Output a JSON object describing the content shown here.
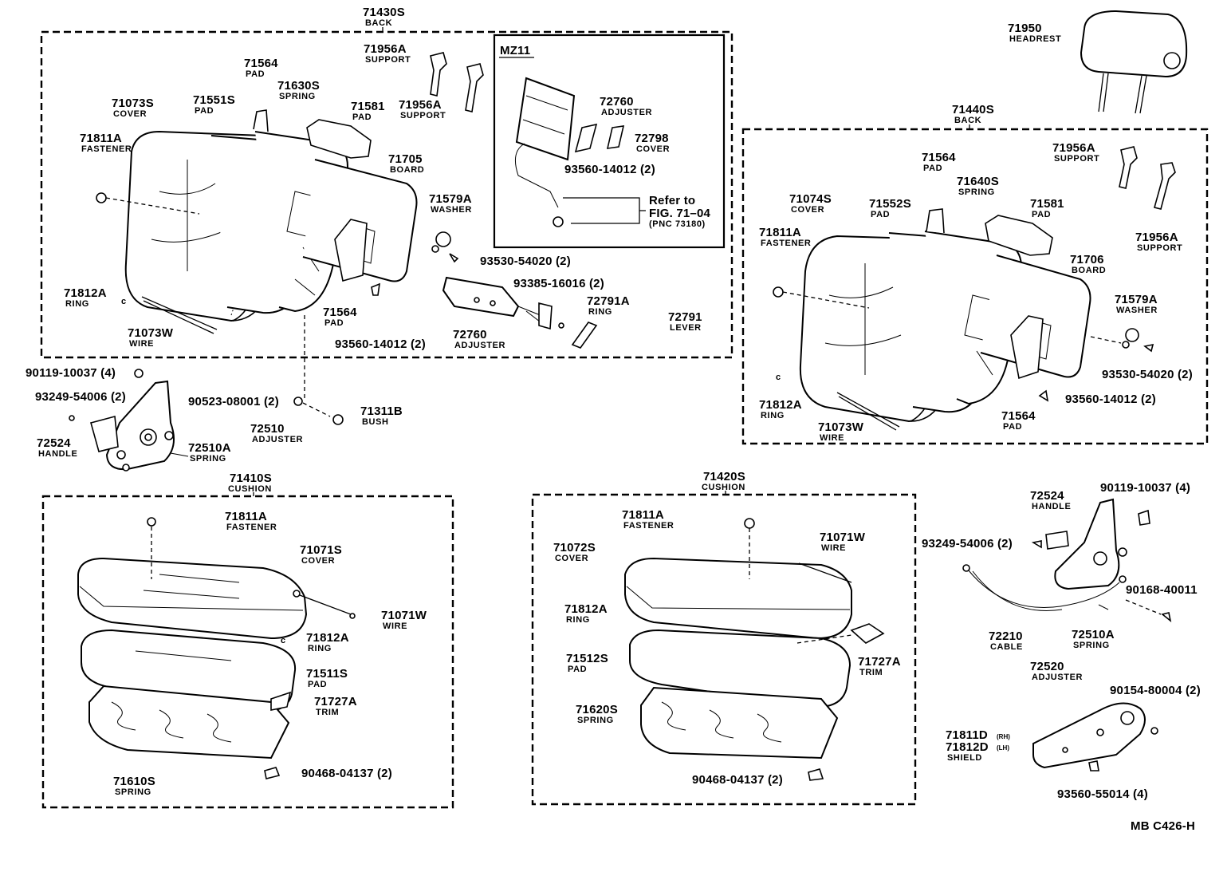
{
  "diagram": {
    "ref_code": "MB C426-H",
    "assemblies": {
      "back_left": {
        "number": "71430S",
        "name": "BACK"
      },
      "back_right": {
        "number": "71440S",
        "name": "BACK"
      },
      "cushion_left": {
        "number": "71410S",
        "name": "CUSHION"
      },
      "cushion_right": {
        "number": "71420S",
        "name": "CUSHION"
      }
    },
    "inset": {
      "title": "MZ11",
      "refer_line1": "Refer to",
      "refer_line2": "FIG. 71–04",
      "refer_line3": "(PNC 73180)"
    },
    "labels": [
      {
        "id": "l_71956A_1",
        "number": "71956A",
        "name": "SUPPORT"
      },
      {
        "id": "l_71956A_2",
        "number": "71956A",
        "name": "SUPPORT"
      },
      {
        "id": "l_71564_1",
        "number": "71564",
        "name": "PAD"
      },
      {
        "id": "l_71630S",
        "number": "71630S",
        "name": "SPRING"
      },
      {
        "id": "l_71073S",
        "number": "71073S",
        "name": "COVER"
      },
      {
        "id": "l_71551S",
        "number": "71551S",
        "name": "PAD"
      },
      {
        "id": "l_71581_1",
        "number": "71581",
        "name": "PAD"
      },
      {
        "id": "l_71811A_1",
        "number": "71811A",
        "name": "FASTENER"
      },
      {
        "id": "l_71705",
        "number": "71705",
        "name": "BOARD"
      },
      {
        "id": "l_71579A_1",
        "number": "71579A",
        "name": "WASHER"
      },
      {
        "id": "l_93530_1",
        "number": "93530-54020 (2)",
        "name": ""
      },
      {
        "id": "l_72760_1",
        "number": "72760",
        "name": "ADJUSTER"
      },
      {
        "id": "l_72798",
        "number": "72798",
        "name": "COVER"
      },
      {
        "id": "l_93560_inset",
        "number": "93560-14012 (2)",
        "name": ""
      },
      {
        "id": "l_93385",
        "number": "93385-16016 (2)",
        "name": ""
      },
      {
        "id": "l_72791A",
        "number": "72791A",
        "name": "RING"
      },
      {
        "id": "l_72791",
        "number": "72791",
        "name": "LEVER"
      },
      {
        "id": "l_72760_2",
        "number": "72760",
        "name": "ADJUSTER"
      },
      {
        "id": "l_71812A_1",
        "number": "71812A",
        "name": "RING"
      },
      {
        "id": "l_71073W_1",
        "number": "71073W",
        "name": "WIRE"
      },
      {
        "id": "l_71564_2",
        "number": "71564",
        "name": "PAD"
      },
      {
        "id": "l_93560_1",
        "number": "93560-14012 (2)",
        "name": ""
      },
      {
        "id": "l_90119_1",
        "number": "90119-10037 (4)",
        "name": ""
      },
      {
        "id": "l_93249_1",
        "number": "93249-54006 (2)",
        "name": ""
      },
      {
        "id": "l_90523",
        "number": "90523-08001 (2)",
        "name": ""
      },
      {
        "id": "l_71311B",
        "number": "71311B",
        "name": "BUSH"
      },
      {
        "id": "l_72510",
        "number": "72510",
        "name": "ADJUSTER"
      },
      {
        "id": "l_72524_1",
        "number": "72524",
        "name": "HANDLE"
      },
      {
        "id": "l_72510A_1",
        "number": "72510A",
        "name": "SPRING"
      },
      {
        "id": "l_71950",
        "number": "71950",
        "name": "HEADREST"
      },
      {
        "id": "l_71564_3",
        "number": "71564",
        "name": "PAD"
      },
      {
        "id": "l_71956A_3",
        "number": "71956A",
        "name": "SUPPORT"
      },
      {
        "id": "l_71074S",
        "number": "71074S",
        "name": "COVER"
      },
      {
        "id": "l_71552S",
        "number": "71552S",
        "name": "PAD"
      },
      {
        "id": "l_71640S",
        "number": "71640S",
        "name": "SPRING"
      },
      {
        "id": "l_71581_2",
        "number": "71581",
        "name": "PAD"
      },
      {
        "id": "l_71811A_2",
        "number": "71811A",
        "name": "FASTENER"
      },
      {
        "id": "l_71956A_4",
        "number": "71956A",
        "name": "SUPPORT"
      },
      {
        "id": "l_71706",
        "number": "71706",
        "name": "BOARD"
      },
      {
        "id": "l_71579A_2",
        "number": "71579A",
        "name": "WASHER"
      },
      {
        "id": "l_93530_2",
        "number": "93530-54020 (2)",
        "name": ""
      },
      {
        "id": "l_93560_2",
        "number": "93560-14012 (2)",
        "name": ""
      },
      {
        "id": "l_71812A_2",
        "number": "71812A",
        "name": "RING"
      },
      {
        "id": "l_71073W_2",
        "number": "71073W",
        "name": "WIRE"
      },
      {
        "id": "l_71564_4",
        "number": "71564",
        "name": "PAD"
      },
      {
        "id": "l_71811A_3",
        "number": "71811A",
        "name": "FASTENER"
      },
      {
        "id": "l_71071S",
        "number": "71071S",
        "name": "COVER"
      },
      {
        "id": "l_71071W_1",
        "number": "71071W",
        "name": "WIRE"
      },
      {
        "id": "l_71812A_3",
        "number": "71812A",
        "name": "RING"
      },
      {
        "id": "l_71511S",
        "number": "71511S",
        "name": "PAD"
      },
      {
        "id": "l_71727A_1",
        "number": "71727A",
        "name": "TRIM"
      },
      {
        "id": "l_71610S",
        "number": "71610S",
        "name": "SPRING"
      },
      {
        "id": "l_90468_1",
        "number": "90468-04137 (2)",
        "name": ""
      },
      {
        "id": "l_71811A_4",
        "number": "71811A",
        "name": "FASTENER"
      },
      {
        "id": "l_71072S",
        "number": "71072S",
        "name": "COVER"
      },
      {
        "id": "l_71071W_2",
        "number": "71071W",
        "name": "WIRE"
      },
      {
        "id": "l_71812A_4",
        "number": "71812A",
        "name": "RING"
      },
      {
        "id": "l_71512S",
        "number": "71512S",
        "name": "PAD"
      },
      {
        "id": "l_71727A_2",
        "number": "71727A",
        "name": "TRIM"
      },
      {
        "id": "l_71620S",
        "number": "71620S",
        "name": "SPRING"
      },
      {
        "id": "l_90468_2",
        "number": "90468-04137 (2)",
        "name": ""
      },
      {
        "id": "l_72524_2",
        "number": "72524",
        "name": "HANDLE"
      },
      {
        "id": "l_90119_2",
        "number": "90119-10037 (4)",
        "name": ""
      },
      {
        "id": "l_93249_2",
        "number": "93249-54006 (2)",
        "name": ""
      },
      {
        "id": "l_90168",
        "number": "90168-40011",
        "name": ""
      },
      {
        "id": "l_72210",
        "number": "72210",
        "name": "CABLE"
      },
      {
        "id": "l_72510A_2",
        "number": "72510A",
        "name": "SPRING"
      },
      {
        "id": "l_72520",
        "number": "72520",
        "name": "ADJUSTER"
      },
      {
        "id": "l_90154",
        "number": "90154-80004 (2)",
        "name": ""
      },
      {
        "id": "l_71811D",
        "number": "71811D",
        "name": ""
      },
      {
        "id": "l_71812D",
        "number": "71812D",
        "name": "SHIELD"
      },
      {
        "id": "l_93560_55014",
        "number": "93560-55014 (4)",
        "name": ""
      }
    ],
    "side_marks": {
      "rh": "(RH)",
      "lh": "(LH)"
    }
  }
}
